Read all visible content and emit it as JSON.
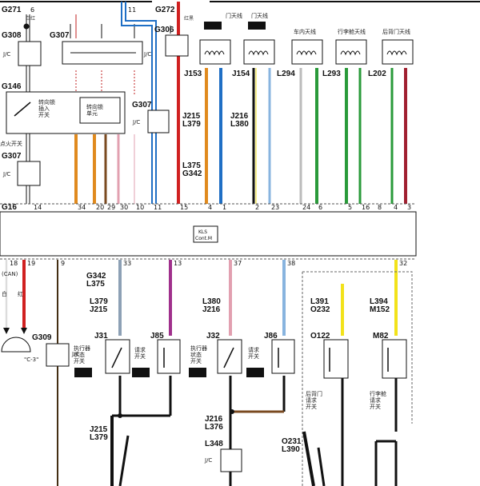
{
  "top_labels": {
    "g271": "G271",
    "g272": "G272",
    "pin6": "6",
    "wire11": "11",
    "col_baihong": "白红",
    "col_honghei": "红黑"
  },
  "antenna_hdr": {
    "a1": "门天线",
    "a2": "门天线",
    "a3": "车内天线",
    "a4": "行李舱天线",
    "a5": "后背门天线"
  },
  "connectors": {
    "g308": "G308",
    "g307a": "G307",
    "g306": "G306",
    "g146": "G146",
    "g307b": "G307",
    "g307c": "G307",
    "g16": "G16",
    "j153": "J153",
    "j154": "J154",
    "l294": "L294",
    "l293": "L293",
    "l202": "L202",
    "j215a": "J215",
    "l379a": "L379",
    "j216a": "J216",
    "l380a": "L380",
    "l375a": "L375",
    "g342a": "G342",
    "g342b": "G342",
    "l375b": "L375",
    "l379b": "L379",
    "j215b": "J215",
    "l380b": "L380",
    "j216b": "J216",
    "l391": "L391",
    "o232": "O232",
    "l394": "L394",
    "m152": "M152",
    "g309": "G309",
    "j31": "J31",
    "j85": "J85",
    "j32": "J32",
    "j86": "J86",
    "o122": "O122",
    "m82": "M82",
    "j215c": "J215",
    "l379c": "L379",
    "j216c": "J216",
    "l376": "L376",
    "l348": "L348",
    "o231": "O231",
    "l390": "L390"
  },
  "jc": "J/C",
  "switch_texts": {
    "steer": "转向锁\n插入\n开关",
    "steer_unit": "转向锁\n单元",
    "s1": "执行器\n状态\n开关",
    "s2": "请求\n开关",
    "s3": "执行器\n状态\n开关",
    "s4": "请求\n开关",
    "s5": "后背门\n请求\n开关",
    "s6": "行李舱\n请求\n开关"
  },
  "left_texts": {
    "ignition": "点火开关",
    "can": "(CAN)",
    "bai": "白",
    "hong": "红",
    "c3": "\"C-3\""
  },
  "ecu_label": "KLS\nCont.M",
  "g16_pins": [
    "14",
    "34",
    "20",
    "29",
    "30",
    "10",
    "11",
    "15",
    "4",
    "1",
    "2",
    "23",
    "24",
    "6",
    "5",
    "16",
    "8",
    "4",
    "3"
  ],
  "bottom_pins": [
    "18",
    "19",
    "9",
    "33",
    "13",
    "37",
    "38",
    "32"
  ],
  "wire_colors": {
    "orange": "#e08a1e",
    "blue": "#1f6fc5",
    "red": "#d02020",
    "black": "#111111",
    "green": "#2a9a3a",
    "pink": "#e2a0b0",
    "purple": "#a0308c",
    "yellow": "#f2e21a",
    "gray": "#8da0b5",
    "lightblue": "#88b4df",
    "white": "#f2f2f2",
    "brown": "#7a4a20"
  }
}
